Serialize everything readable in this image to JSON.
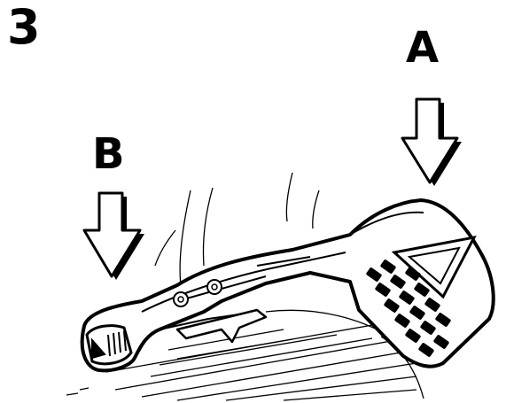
{
  "step_number": "3",
  "labels": {
    "a": "A",
    "b": "B"
  },
  "icons": {
    "arrow_a": "down-arrow-icon",
    "arrow_b": "down-arrow-icon",
    "keypad": "triangle-keypad-icon"
  },
  "colors": {
    "ink": "#000000",
    "paper": "#ffffff"
  }
}
